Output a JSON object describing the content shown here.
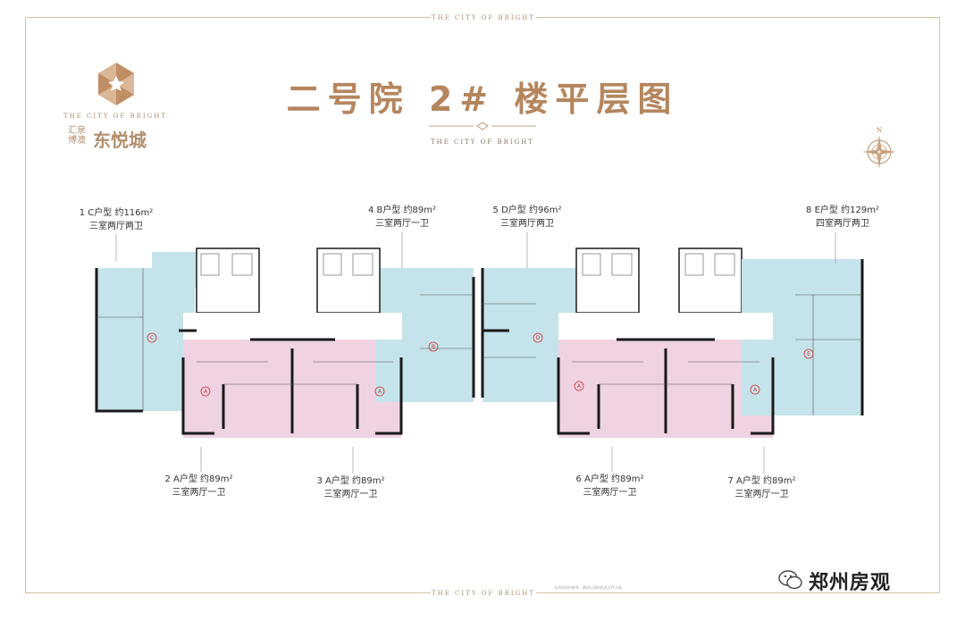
{
  "frame": {
    "top_tag": "THE CITY OF BRIGHT",
    "bottom_tag": "THE CITY OF BRIGHT"
  },
  "logo": {
    "english": "THE CITY OF BRIGHT",
    "small_1": "汇泉",
    "small_2": "博澳",
    "name": "东悦城",
    "color": "#b28f6e"
  },
  "title": "二号院 2# 楼平层图",
  "subtitle": "THE CITY OF BRIGHT",
  "compass_letter": "N",
  "units": [
    {
      "num": "1",
      "type": "C户型 约116m²",
      "rooms": "三室两厅两卫"
    },
    {
      "num": "4",
      "type": "B户型 约89m²",
      "rooms": "三室两厅一卫"
    },
    {
      "num": "5",
      "type": "D户型 约96m²",
      "rooms": "三室两厅两卫"
    },
    {
      "num": "8",
      "type": "E户型 约129m²",
      "rooms": "四室两厅两卫"
    },
    {
      "num": "2",
      "type": "A户型 约89m²",
      "rooms": "三室两厅一卫"
    },
    {
      "num": "3",
      "type": "A户型 约89m²",
      "rooms": "三室两厅一卫"
    },
    {
      "num": "6",
      "type": "A户型 约89m²",
      "rooms": "三室两厅一卫"
    },
    {
      "num": "7",
      "type": "A户型 约89m²",
      "rooms": "三室两厅一卫"
    }
  ],
  "unit_markers": [
    "C",
    "B",
    "D",
    "E",
    "A",
    "A",
    "A",
    "A"
  ],
  "colors": {
    "blue_unit": "#c5e3ea",
    "pink_unit": "#efd3e3",
    "wall": "#1a1a1a",
    "accent": "#b5865e"
  },
  "watermark": "郑州房观",
  "footnote": "本资料仅供参考，最终以政府批准文件为准"
}
